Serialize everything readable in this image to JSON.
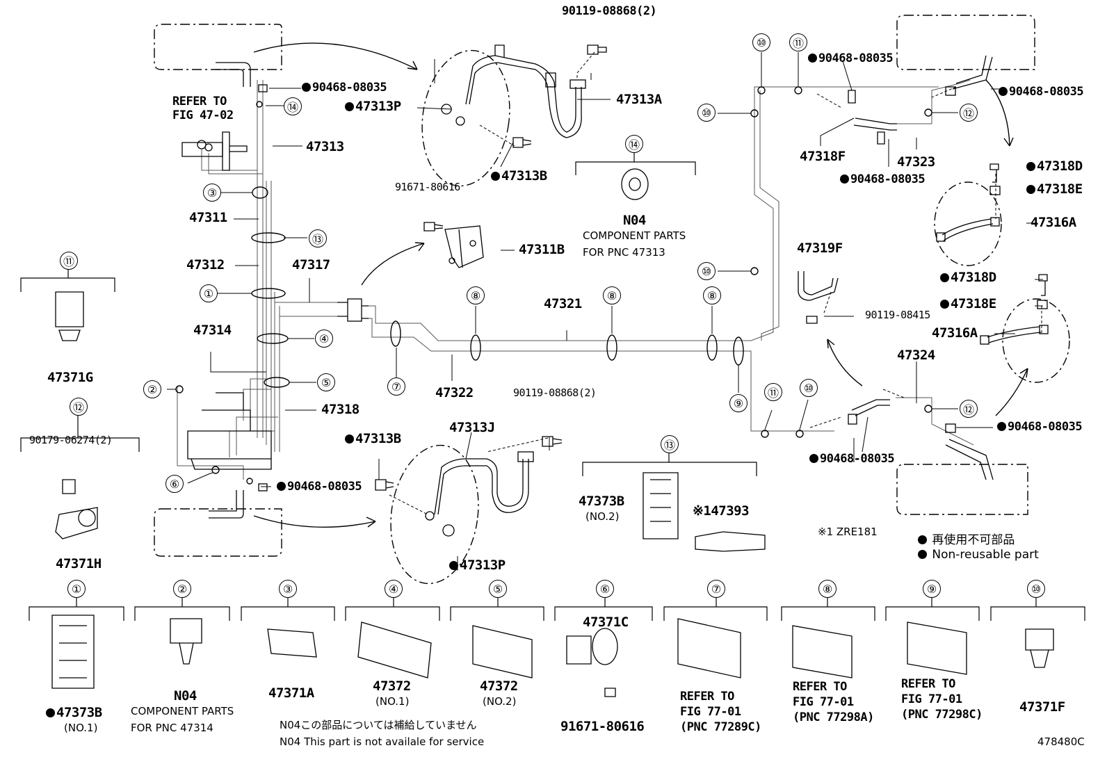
{
  "callouts": [
    {
      "id": "c14a",
      "t": "⑭"
    },
    {
      "id": "c14b",
      "t": "⑭"
    },
    {
      "id": "c3",
      "t": "③"
    },
    {
      "id": "c13a",
      "t": "⑬"
    },
    {
      "id": "c1a",
      "t": "①"
    },
    {
      "id": "c4a",
      "t": "④"
    },
    {
      "id": "c5a",
      "t": "⑤"
    },
    {
      "id": "c2a",
      "t": "②"
    },
    {
      "id": "c6a",
      "t": "⑥"
    },
    {
      "id": "c7a",
      "t": "⑦"
    },
    {
      "id": "c8a",
      "t": "⑧"
    },
    {
      "id": "c8b",
      "t": "⑧"
    },
    {
      "id": "c8c",
      "t": "⑧"
    },
    {
      "id": "c9a",
      "t": "⑨"
    },
    {
      "id": "c10a",
      "t": "⑩"
    },
    {
      "id": "c10b",
      "t": "⑩"
    },
    {
      "id": "c10c",
      "t": "⑩"
    },
    {
      "id": "c10d",
      "t": "⑩"
    },
    {
      "id": "c11a",
      "t": "⑪"
    },
    {
      "id": "c11b",
      "t": "⑪"
    },
    {
      "id": "c11c",
      "t": "⑪"
    },
    {
      "id": "c12a",
      "t": "⑫"
    },
    {
      "id": "c12b",
      "t": "⑫"
    },
    {
      "id": "c12c",
      "t": "⑫"
    },
    {
      "id": "c13b",
      "t": "⑬"
    },
    {
      "id": "c6b",
      "t": "⑥"
    },
    {
      "id": "b1",
      "t": "①"
    },
    {
      "id": "b2",
      "t": "②"
    },
    {
      "id": "b3",
      "t": "③"
    },
    {
      "id": "b4",
      "t": "④"
    },
    {
      "id": "b5",
      "t": "⑤"
    },
    {
      "id": "b7",
      "t": "⑦"
    },
    {
      "id": "b8",
      "t": "⑧"
    },
    {
      "id": "b9",
      "t": "⑨"
    },
    {
      "id": "b10",
      "t": "⑩"
    }
  ],
  "labels": {
    "p90119_08868a": "90119-08868(2)",
    "p90468_a": "90468-08035",
    "refer_to": "REFER TO",
    "fig_4702": "FIG 47-02",
    "p47313": "47313",
    "p47313P_a": "47313P",
    "p47313A": "47313A",
    "p47313B_a": "47313B",
    "p47311": "47311",
    "p47312": "47312",
    "p47317": "47317",
    "p91671_a": "91671-80616",
    "p47311B": "47311B",
    "n04_top": "N04",
    "comp_parts_top": "COMPONENT PARTS",
    "for_pnc_47313": "FOR PNC 47313",
    "p47314": "47314",
    "p47318": "47318",
    "p47321": "47321",
    "p47322": "47322",
    "p90119_08868b": "90119-08868(2)",
    "p47313J": "47313J",
    "p47313B_b": "47313B",
    "p90468_b": "90468-08035",
    "p47313P_b": "47313P",
    "p47371G": "47371G",
    "p90179": "90179-06274(2)",
    "p47371H": "47371H",
    "p90468_c": "90468-08035",
    "p90468_d": "90468-08035",
    "p47318F": "47318F",
    "p47323": "47323",
    "p90468_e": "90468-08035",
    "p47318D_a": "47318D",
    "p47318E_a": "47318E",
    "p47316A_a": "47316A",
    "p47319F": "47319F",
    "p47318D_b": "47318D",
    "p47318E_b": "47318E",
    "p90119_08415": "90119-08415",
    "p47316A_b": "47316A",
    "p47324": "47324",
    "p90468_f": "90468-08035",
    "p90468_g": "90468-08035",
    "p47373B_top": "47373B",
    "no2_top": "(NO.2)",
    "p147393": "※147393",
    "zre181": "※1 ZRE181",
    "legend_jp": "再使用不可部品",
    "legend_en": "Non-reusable part",
    "p47373B_bot": "47373B",
    "no1_bot": "(NO.1)",
    "n04_bot": "N04",
    "comp_parts_bot": "COMPONENT PARTS",
    "for_pnc_47314": "FOR PNC 47314",
    "p47371A": "47371A",
    "p47372a": "47372",
    "no1_b": "(NO.1)",
    "p47372b": "47372",
    "no2_b": "(NO.2)",
    "p47371C": "47371C",
    "p91671_b": "91671-80616",
    "refer7": "REFER TO",
    "fig7": "FIG 77-01",
    "pnc7": "(PNC 77289C)",
    "refer8": "REFER TO",
    "fig8": "FIG 77-01",
    "pnc8": "(PNC 77298A)",
    "refer9": "REFER TO",
    "fig9": "FIG 77-01",
    "pnc9": "(PNC 77298C)",
    "p47371F": "47371F",
    "note_jp": "N04この部品については補給していません",
    "note_en": "N04 This part is not availale for service",
    "fig_id": "478480C"
  }
}
